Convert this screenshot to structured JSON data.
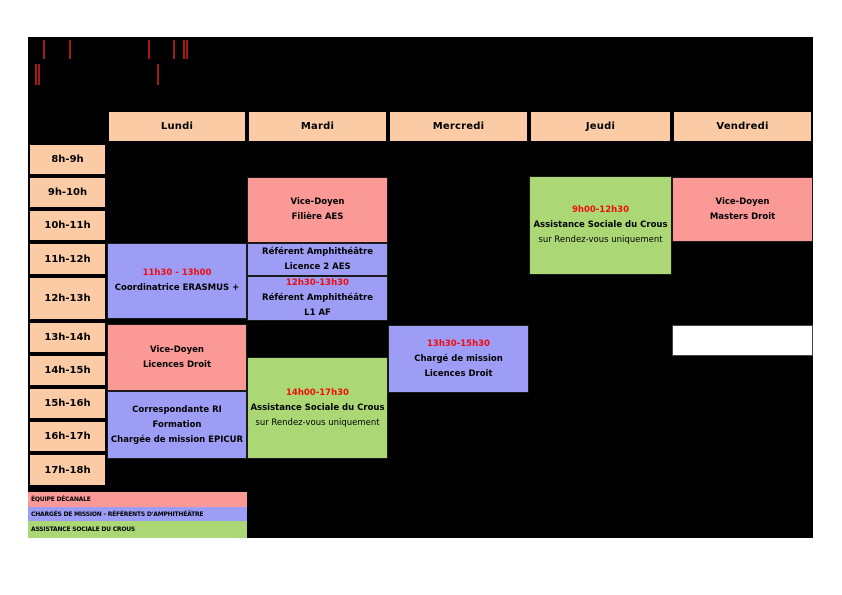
{
  "colors": {
    "board_background": "#000000",
    "header_fill": "#facba4",
    "team_fill": "#fa9996",
    "mission_fill": "#9d9df5",
    "crous_fill": "#abd875",
    "time_text": "#ee0c0c",
    "banner_mark": "#a51919"
  },
  "days": [
    "Lundi",
    "Mardi",
    "Mercredi",
    "Jeudi",
    "Vendredi"
  ],
  "times": [
    "8h-9h",
    "9h-10h",
    "10h-11h",
    "11h-12h",
    "12h-13h",
    "13h-14h",
    "14h-15h",
    "15h-16h",
    "16h-17h",
    "17h-18h"
  ],
  "events": [
    {
      "day": "Lundi",
      "time": "11h30 - 13h00",
      "line1": "Coordinatrice ERASMUS +",
      "category": "mission"
    },
    {
      "day": "Lundi",
      "line1": "Vice-Doyen",
      "line2": "Licences Droit",
      "category": "team"
    },
    {
      "day": "Lundi",
      "line1": "Correspondante RI Formation",
      "line2": "Chargée de mission EPICUR",
      "category": "mission"
    },
    {
      "day": "Mardi",
      "line1": "Vice-Doyen",
      "line2": "Filière AES",
      "category": "team"
    },
    {
      "day": "Mardi",
      "line1": "Référent Amphithéâtre",
      "line2": "Licence 2 AES",
      "category": "mission"
    },
    {
      "day": "Mardi",
      "time": "12h30-13h30",
      "line1": "Référent Amphithéâtre",
      "line2": "L1 AF",
      "category": "mission"
    },
    {
      "day": "Mardi",
      "time": "14h00-17h30",
      "line1": "Assistance Sociale du Crous",
      "sub": "sur Rendez-vous uniquement",
      "category": "crous"
    },
    {
      "day": "Mercredi",
      "time": "13h30-15h30",
      "line1": "Chargé de mission",
      "line2": "Licences Droit",
      "category": "mission"
    },
    {
      "day": "Jeudi",
      "time": "9h00-12h30",
      "line1": "Assistance Sociale du Crous",
      "sub": "sur Rendez-vous uniquement",
      "category": "crous"
    },
    {
      "day": "Vendredi",
      "line1": "Vice-Doyen",
      "line2": "Masters Droit",
      "category": "team"
    }
  ],
  "legend": [
    {
      "label": "ÉQUIPE DÉCANALE",
      "category": "team"
    },
    {
      "label": "CHARGÉS DE MISSION - RÉFÉRENTS D'AMPHITHÉÂTRE",
      "category": "mission"
    },
    {
      "label": "ASSISTANCE SOCIALE DU CROUS",
      "category": "crous"
    }
  ]
}
